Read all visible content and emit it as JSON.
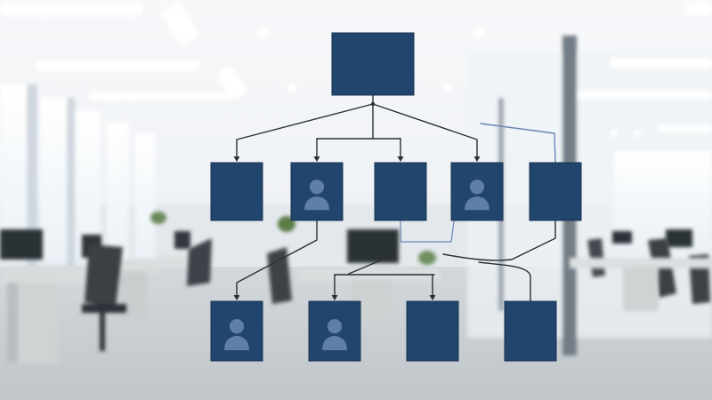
{
  "colors": {
    "box_fill": "#22456e",
    "box_stroke": "#163153",
    "connector": "#2a2f36",
    "connector_accent": "#6b86b3",
    "avatar": "#5f7fa6",
    "ceiling": "#f3f5f7",
    "wall": "#dfe6ec",
    "floor": "#c9cfd3",
    "glass_frame": "#6f7880",
    "window_light": "#f7fbff"
  },
  "background": {
    "scene": "blurred-open-plan-office",
    "icons": [
      "desk-icon",
      "office-chair-icon",
      "monitor-icon",
      "plant-icon",
      "ceiling-light-icon"
    ]
  },
  "org_chart": {
    "top_node": {
      "name": "top-node",
      "avatar": false
    },
    "level1": [
      {
        "name": "level1-node-1",
        "avatar": false
      },
      {
        "name": "level1-node-2",
        "avatar": true
      },
      {
        "name": "level1-node-3",
        "avatar": false
      },
      {
        "name": "level1-node-4",
        "avatar": true
      },
      {
        "name": "level1-node-5",
        "avatar": false
      }
    ],
    "level2": [
      {
        "name": "level2-node-1",
        "avatar": true
      },
      {
        "name": "level2-node-2",
        "avatar": true
      },
      {
        "name": "level2-node-3",
        "avatar": false
      },
      {
        "name": "level2-node-4",
        "avatar": false
      }
    ]
  }
}
